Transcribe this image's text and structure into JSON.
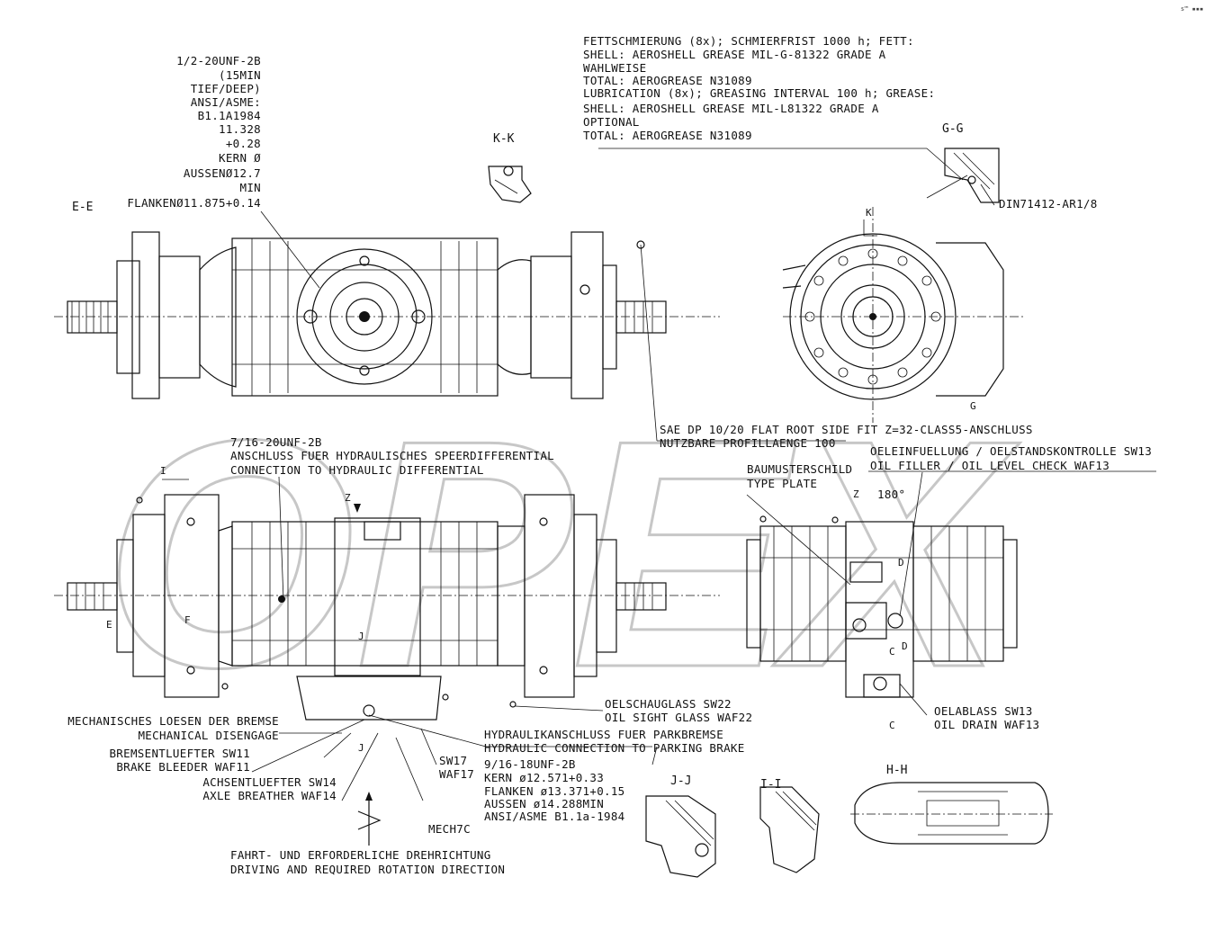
{
  "corner_mark": "s™ ▪▪▪",
  "watermark": "OPEX",
  "lubrication": {
    "lines": [
      "FETTSCHMIERUNG (8x); SCHMIERFRIST 1000 h; FETT:",
      "SHELL:  AEROSHELL GREASE MIL-G-81322 GRADE A",
      "WAHLWEISE",
      "TOTAL:  AEROGREASE N31089",
      "LUBRICATION (8x); GREASING INTERVAL 100 h; GREASE:",
      "SHELL:  AEROSHELL GREASE MIL-L81322 GRADE A",
      "OPTIONAL",
      "TOTAL:  AEROGREASE N31089"
    ]
  },
  "thread_note": {
    "lines": [
      "1/2-20UNF-2B",
      "(15MIN",
      "TIEF/DEEP)",
      "ANSI/ASME:",
      "B1.1A1984",
      "11.328",
      "+0.28",
      "KERN Ø",
      "AUSSENØ12.7",
      "MIN",
      "FLANKENØ11.875+0.14"
    ]
  },
  "sections": {
    "ee": "E-E",
    "kk": "K-K",
    "gg": "G-G",
    "jj": "J-J",
    "ii": "I-I",
    "hh": "H-H"
  },
  "din_label": "DIN71412-AR1/8",
  "spline_note": {
    "lines": [
      "SAE DP 10/20 FLAT ROOT SIDE FIT Z=32-CLASS5-ANSCHLUSS",
      "NUTZBARE PROFILLAENGE 100"
    ]
  },
  "hydraulic_diff": {
    "lines": [
      "7/16-20UNF-2B",
      "ANSCHLUSS FUER HYDRAULISCHES SPEERDIFFERENTIAL",
      "CONNECTION TO HYDRAULIC DIFFERENTIAL"
    ]
  },
  "oil_filler": {
    "lines": [
      "OELEINFUELLUNG / OELSTANDSKONTROLLE SW13",
      "OIL FILLER / OIL LEVEL CHECK WAF13"
    ]
  },
  "type_plate": {
    "lines": [
      "BAUMUSTERSCHILD",
      "TYPE PLATE"
    ]
  },
  "rotation_angle": "180°",
  "oil_sight": {
    "lines": [
      "OELSCHAUGLASS SW22",
      "OIL SIGHT GLASS WAF22"
    ]
  },
  "oil_drain": {
    "lines": [
      "OELABLASS SW13",
      "OIL DRAIN WAF13"
    ]
  },
  "brake_release": {
    "lines": [
      "MECHANISCHES LOESEN DER BREMSE",
      "MECHANICAL DISENGAGE"
    ]
  },
  "park_brake": {
    "lines": [
      "HYDRAULIKANSCHLUSS FUER PARKBREMSE",
      "HYDRAULIC CONNECTION TO PARKING BRAKE"
    ]
  },
  "brake_bleeder": {
    "lines": [
      "BREMSENTLUEFTER SW11",
      "BRAKE BLEEDER WAF11"
    ]
  },
  "axle_breather": {
    "lines": [
      "ACHSENTLUEFTER SW14",
      "AXLE BREATHER WAF14"
    ]
  },
  "sw17": {
    "lines": [
      "SW17",
      "WAF17"
    ]
  },
  "thread_note_2": {
    "lines": [
      "9/16-18UNF-2B",
      "KERN ø12.571+0.33",
      "FLANKEN ø13.371+0.15",
      "AUSSEN ø14.288MIN",
      "ANSI/ASME B1.1a-1984"
    ]
  },
  "mech7c": "MECH7C",
  "rotation_note": {
    "lines": [
      "FAHRT- UND ERFORDERLICHE DREHRICHTUNG",
      "DRIVING AND REQUIRED ROTATION DIRECTION"
    ]
  },
  "markers": {
    "k": "K",
    "g": "G",
    "z": "Z",
    "z2": "Z",
    "i": "I",
    "j": "J",
    "j2": "J",
    "e": "E",
    "f": "F",
    "d1": "D",
    "d2": "D",
    "c1": "C",
    "c2": "C"
  }
}
